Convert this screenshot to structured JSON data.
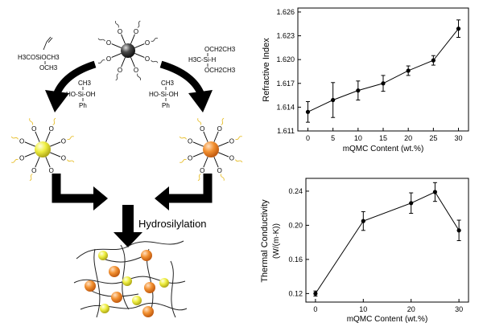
{
  "scheme": {
    "reagent_top_left": {
      "line1": "H3COSiOCH3",
      "line2": "OCH3"
    },
    "reagent_top_right": {
      "top": "OCH2CH3",
      "mid": "H3C-Si-H",
      "bottom": "OCH2CH3"
    },
    "silanol_left": {
      "top": "CH3",
      "mid": "HO-Si-OH",
      "bottom": "Ph"
    },
    "silanol_right": {
      "top": "CH3",
      "mid": "HO-Si-OH",
      "bottom": "Ph"
    },
    "o_label": "O",
    "reaction_label": "Hydrosilylation",
    "colors": {
      "core_gray": "#3a3a3a",
      "core_yellow": "#ecec3a",
      "core_orange": "#f08a28",
      "arrow": "#000000",
      "wavy_yellow": "#e8c030"
    }
  },
  "chart_data": [
    {
      "type": "line",
      "xlabel": "mQMC Content (wt.%)",
      "ylabel": "Refractive Index",
      "x": [
        0,
        5,
        10,
        15,
        20,
        25,
        30
      ],
      "y": [
        1.6134,
        1.6149,
        1.6161,
        1.617,
        1.6186,
        1.6199,
        1.6239
      ],
      "err": [
        0.0013,
        0.0022,
        0.0012,
        0.001,
        0.0006,
        0.0006,
        0.0011
      ],
      "xlim": [
        -2,
        32
      ],
      "ylim": [
        1.611,
        1.6265
      ],
      "xticks": [
        0,
        5,
        10,
        15,
        20,
        25,
        30
      ],
      "yticks": [
        1.611,
        1.614,
        1.617,
        1.62,
        1.623,
        1.626
      ],
      "ytick_labels": [
        "1.611",
        "1.614",
        "1.617",
        "1.620",
        "1.623",
        "1.626"
      ],
      "grid": false
    },
    {
      "type": "line",
      "xlabel": "mQMC Content (wt.%)",
      "ylabel": "Thermal Conductivity",
      "ylabel2": "(W/(m·K))",
      "x": [
        0,
        10,
        20,
        25,
        30
      ],
      "y": [
        0.12,
        0.205,
        0.226,
        0.239,
        0.194
      ],
      "err": [
        0.003,
        0.011,
        0.012,
        0.011,
        0.012
      ],
      "xlim": [
        -2,
        32
      ],
      "ylim": [
        0.11,
        0.255
      ],
      "xticks": [
        0,
        10,
        20,
        30
      ],
      "yticks": [
        0.12,
        0.16,
        0.2,
        0.24
      ],
      "ytick_labels": [
        "0.12",
        "0.16",
        "0.20",
        "0.24"
      ],
      "grid": false
    }
  ]
}
